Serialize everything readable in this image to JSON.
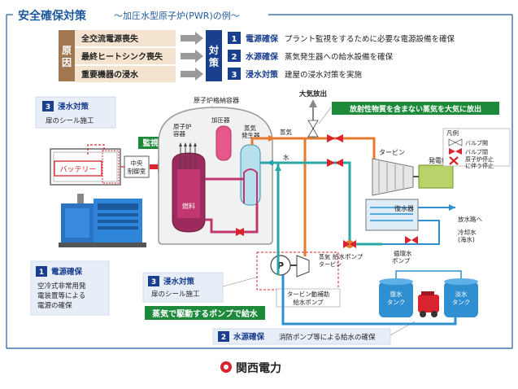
{
  "header": {
    "title": "安全確保対策",
    "subtitle": "～加圧水型原子炉(PWR)の例～"
  },
  "causes": {
    "label": "原因",
    "items": [
      "全交流電源喪失",
      "最終ヒートシンク喪失",
      "重要機器の浸水"
    ]
  },
  "measures": {
    "label": "対策",
    "items": [
      {
        "num": "1",
        "title": "電源確保",
        "desc": "プラント監視をするために必要な電源設備を確保"
      },
      {
        "num": "2",
        "title": "水源確保",
        "desc": "蒸気発生器への給水設備を確保"
      },
      {
        "num": "3",
        "title": "浸水対策",
        "desc": "建屋の浸水対策を実施"
      }
    ]
  },
  "callouts": {
    "flood_top": {
      "num": "3",
      "title": "浸水対策",
      "desc": "扉のシール施工"
    },
    "monitor": "監視",
    "battery": "バッテリー",
    "control_room": "中央\n制御室",
    "power": {
      "num": "1",
      "title": "電源確保",
      "desc": "空冷式非常用発\n電装置等による\n電源の確保"
    },
    "flood_mid": {
      "num": "3",
      "title": "浸水対策",
      "desc": "扉のシール施工"
    },
    "steam_pump_banner": "蒸気で駆動するポンプで給水",
    "water": {
      "num": "2",
      "title": "水源確保",
      "desc": "消防ポンプ等による給水の確保"
    },
    "atmos_banner": "放射性物質を含まない蒸気を大気に放出"
  },
  "plant_labels": {
    "containment": "原子炉格納容器",
    "atmos_release": "大気放出",
    "pressurizer": "加圧器",
    "reactor_vessel": "原子炉\n容器",
    "steam_generator": "蒸気\n発生器",
    "steam": "蒸気",
    "water": "水",
    "turbine": "タービン",
    "generator": "発電機",
    "fuel": "燃料",
    "condenser": "復水器",
    "discharge": "放水路へ",
    "cooling_water": "冷却水\n(海水)",
    "feed_pump": "給水ポンプ",
    "circ_pump": "循環水\nポンプ",
    "pump_letter": "P",
    "steam_turbine": "蒸気\nタービン",
    "aux_feed_pump": "タービン動補助\n給水ポンプ",
    "condensate_tank": "復水\nタンク",
    "fresh_tank": "淡水\nタンク"
  },
  "legend": {
    "title": "凡例",
    "items": [
      "バルブ開",
      "バルブ閉",
      "原子炉停止\nに伴う停止"
    ]
  },
  "footer": {
    "company": "関西電力"
  },
  "colors": {
    "accent_blue": "#1a3f8f",
    "header_blue": "#1f5a9e",
    "cause_brown": "#a0774f",
    "cause_light": "#f3e3cf",
    "green": "#1c8a3a",
    "red": "#d9232e",
    "steam_orange": "#e8782c",
    "water_teal": "#2aa6a6",
    "water_blue": "#2f8fd0"
  }
}
